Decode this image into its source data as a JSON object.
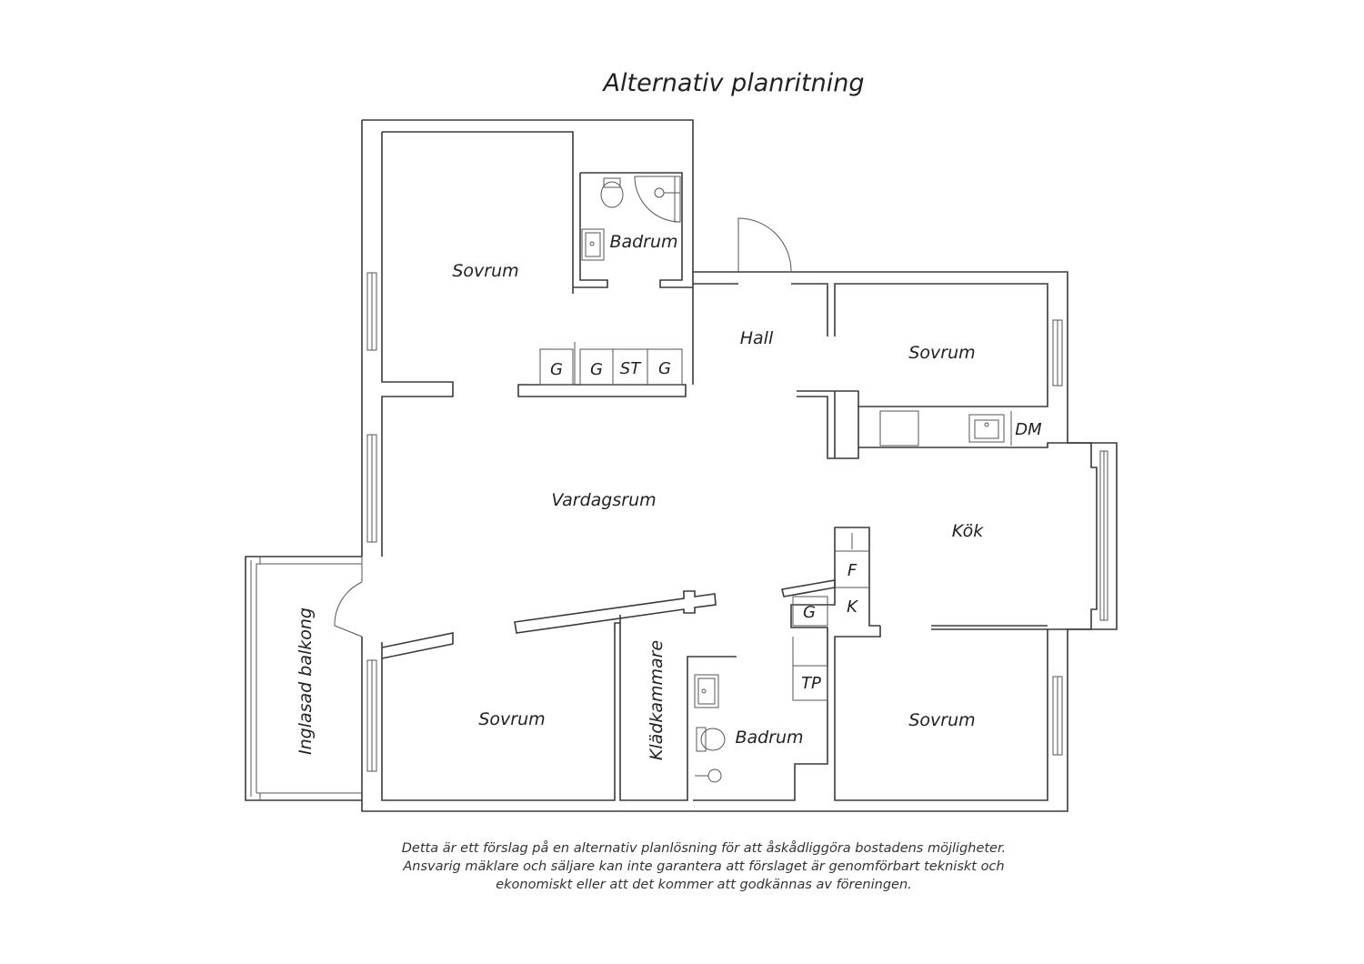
{
  "title": "Alternativ planritning",
  "rooms": {
    "sovrum_nw": "Sovrum",
    "badrum_top": "Badrum",
    "hall": "Hall",
    "sovrum_ne": "Sovrum",
    "vardagsrum": "Vardagsrum",
    "kok": "Kök",
    "sovrum_sw": "Sovrum",
    "kladkammare": "Klädkammare",
    "badrum_bottom": "Badrum",
    "sovrum_se": "Sovrum",
    "balkong": "Inglasad balkong"
  },
  "fixtures": {
    "wardrobe_1": "G",
    "wardrobe_2": "G",
    "storage": "ST",
    "wardrobe_3": "G",
    "dishwasher": "DM",
    "fridge": "F",
    "freezer": "K",
    "wardrobe_4": "G",
    "dryer": "TP"
  },
  "disclaimer": [
    "Detta är ett förslag på en alternativ planlösning för att åskådliggöra bostadens möjligheter.",
    "Ansvarig mäklare och säljare kan inte garantera att förslaget är genomförbart tekniskt och",
    "ekonomiskt eller att det kommer att godkännas av föreningen."
  ]
}
